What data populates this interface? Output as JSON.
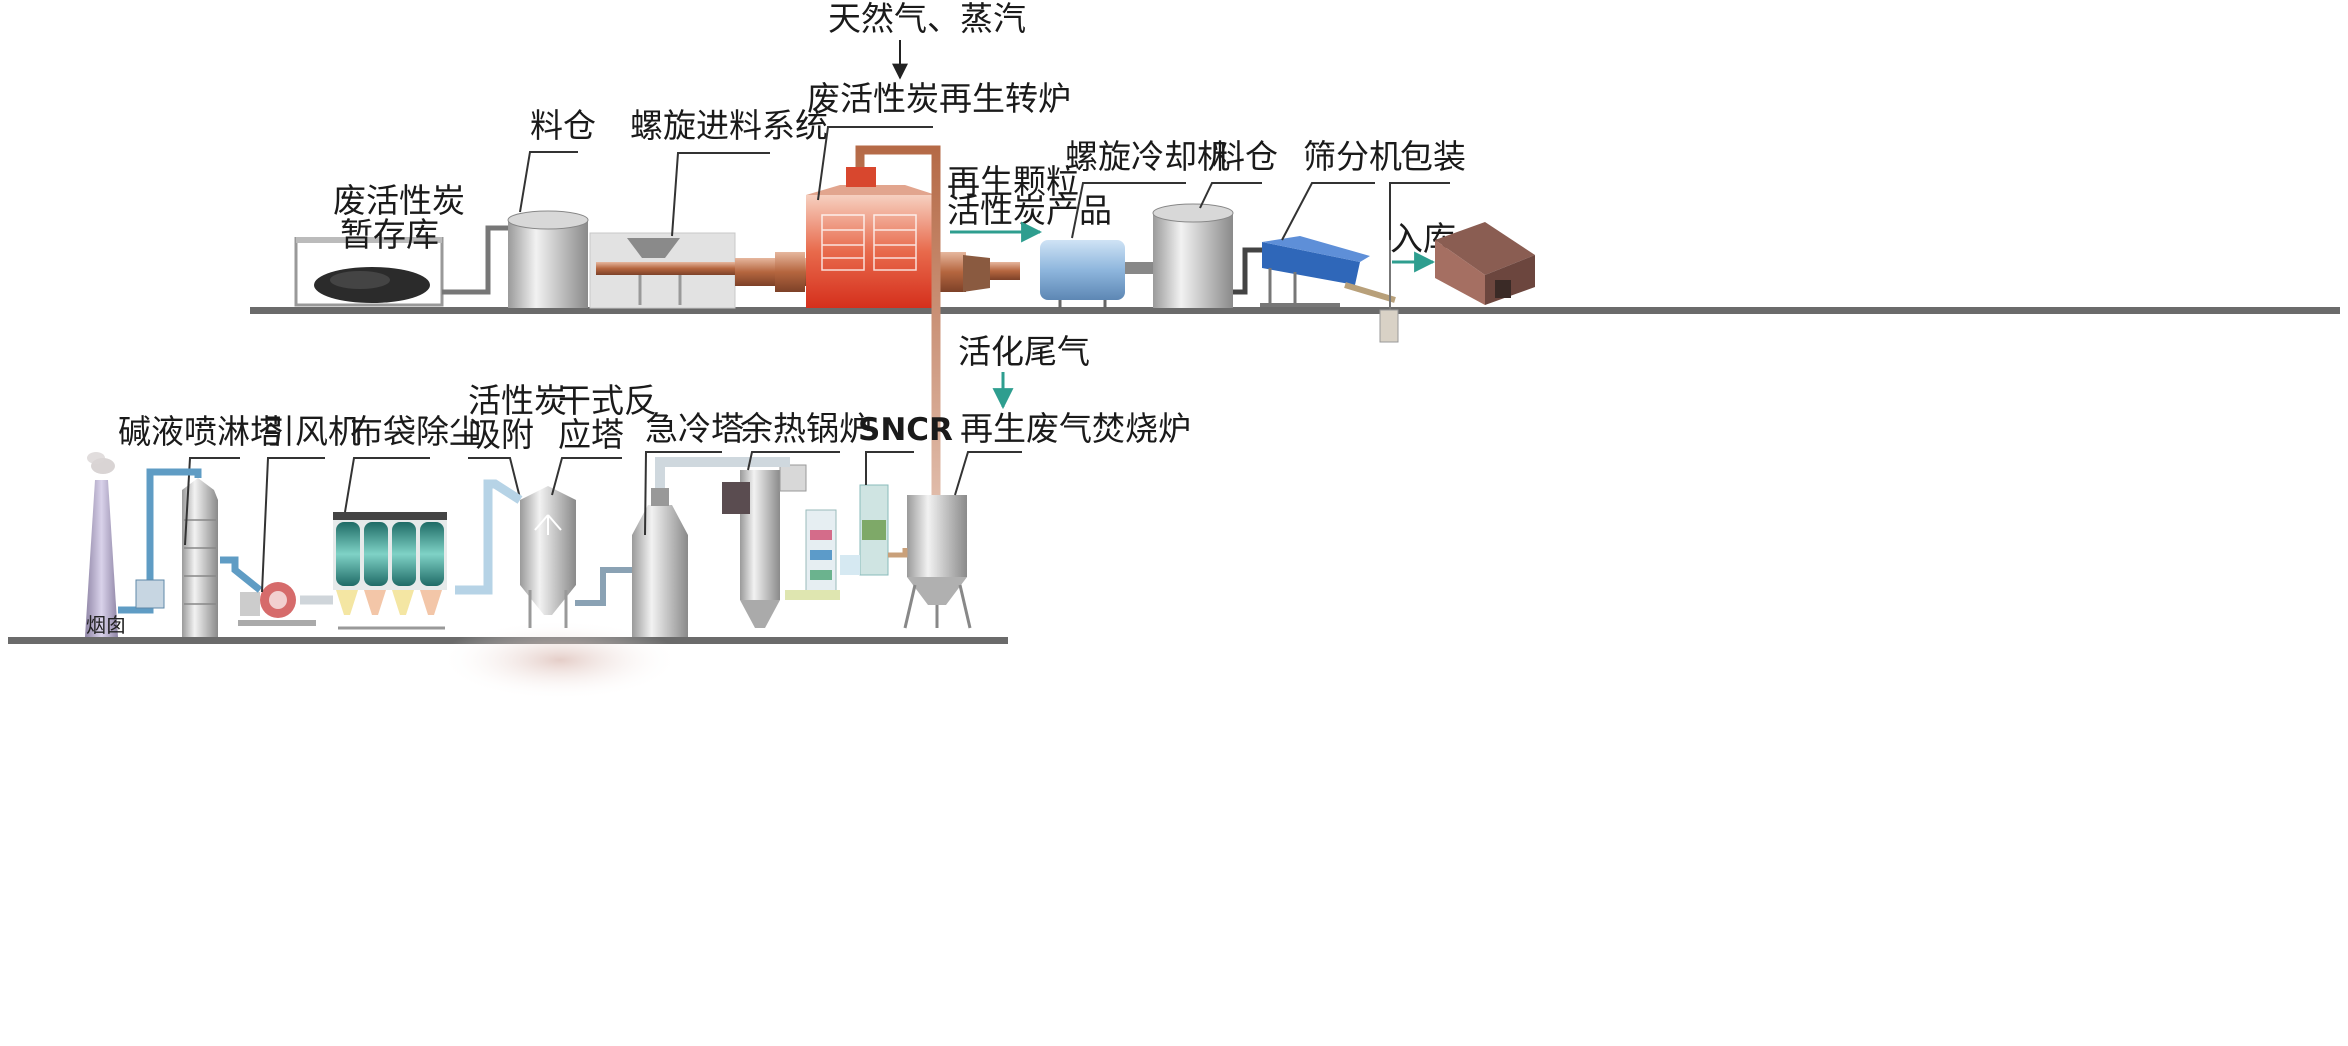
{
  "labels": {
    "gas_steam": "天然气、蒸汽",
    "rotary_kiln": "废活性炭再生转炉",
    "spiral_feed": "螺旋进料系统",
    "silo_1": "料仓",
    "temp_storage_1": "废活性炭",
    "temp_storage_2": "暂存库",
    "product_1": "再生颗粒",
    "product_2": "活性炭产品",
    "spiral_cooler": "螺旋冷却机",
    "silo_2": "料仓",
    "screener": "筛分机",
    "packing": "包装",
    "warehouse": "入库",
    "activation_gas": "活化尾气",
    "incinerator": "再生废气焚烧炉",
    "sncr": "SNCR",
    "waste_heat_boiler": "余热锅炉",
    "quench_tower": "急冷塔",
    "dry_reactor_1": "干式反",
    "dry_reactor_2": "应塔",
    "carbon_adsorb_1": "活性炭",
    "carbon_adsorb_2": "吸附",
    "bag_filter": "布袋除尘",
    "induced_fan": "引风机",
    "alkali_scrubber": "碱液喷淋塔",
    "chimney": "烟囱"
  },
  "colors": {
    "kiln_red": "#d9412a",
    "pipe_copper": "#a86a4e",
    "pipe_blue": "#5f9cc4",
    "arrow_teal": "#2e9e8f",
    "floor_gray": "#6b6b6b"
  }
}
